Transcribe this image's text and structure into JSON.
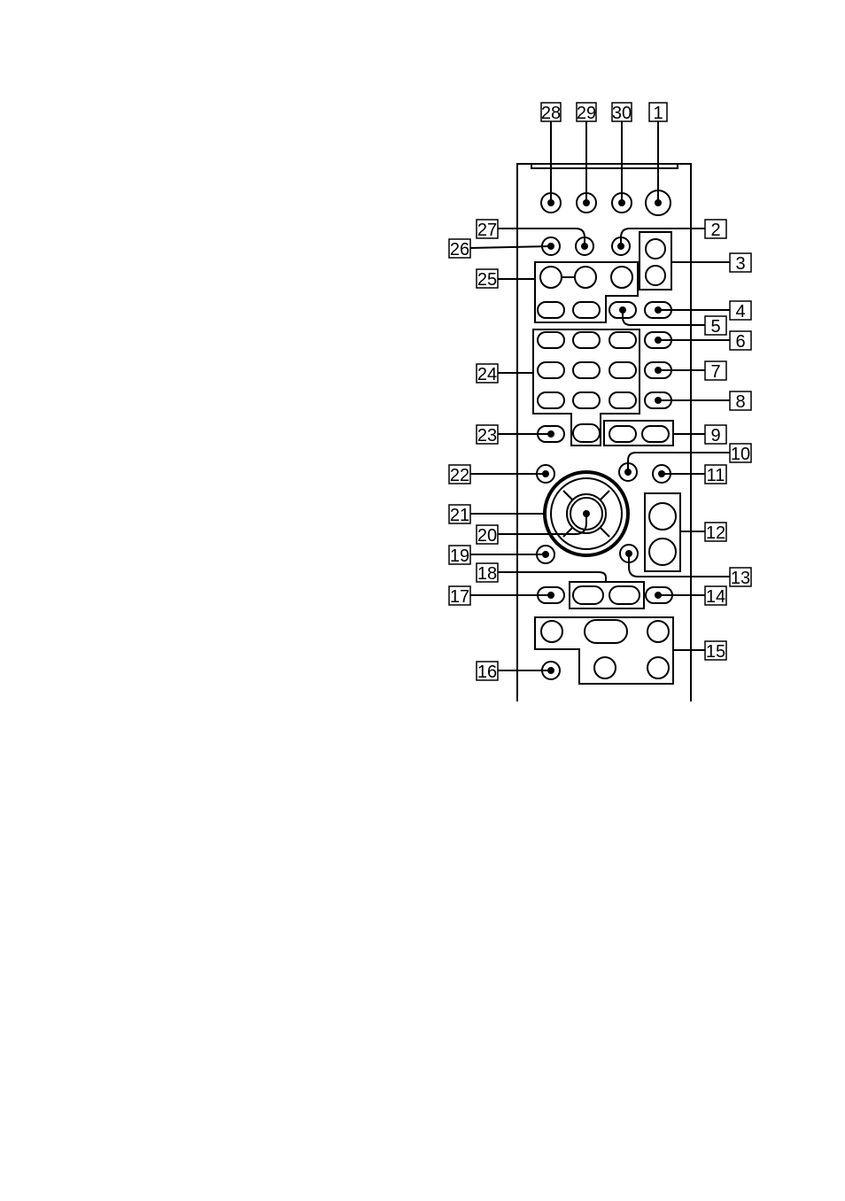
{
  "callouts": [
    "1",
    "2",
    "3",
    "4",
    "5",
    "6",
    "7",
    "8",
    "9",
    "10",
    "11",
    "12",
    "13",
    "14",
    "15",
    "16",
    "17",
    "18",
    "19",
    "20",
    "21",
    "22",
    "23",
    "24",
    "25",
    "26",
    "27",
    "28",
    "29",
    "30"
  ],
  "colors": {
    "ink": "#000000",
    "background": "#ffffff"
  }
}
